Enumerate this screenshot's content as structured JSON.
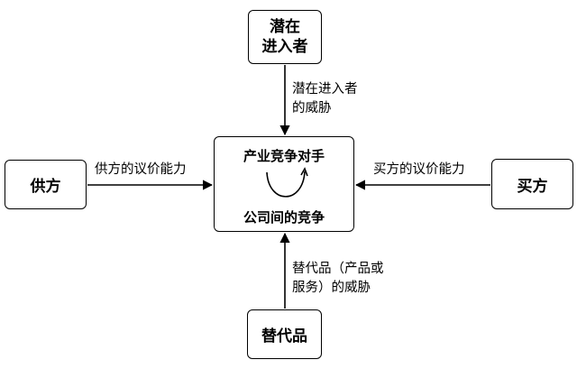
{
  "nodes": {
    "potential_entrants": {
      "line1": "潜在",
      "line2": "进入者"
    },
    "suppliers": {
      "label": "供方"
    },
    "buyers": {
      "label": "买方"
    },
    "substitutes": {
      "label": "替代品"
    },
    "center": {
      "title": "产业竞争对手",
      "subtitle": "公司间的竞争"
    }
  },
  "edges": {
    "entrants_threat": {
      "line1": "潜在进入者",
      "line2": "的威胁"
    },
    "supplier_power": {
      "label": "供方的议价能力"
    },
    "buyer_power": {
      "label": "买方的议价能力"
    },
    "substitute_threat": {
      "line1": "替代品（产品或",
      "line2": "服务）的威胁"
    }
  },
  "colors": {
    "stroke": "#000000",
    "background": "#ffffff"
  }
}
